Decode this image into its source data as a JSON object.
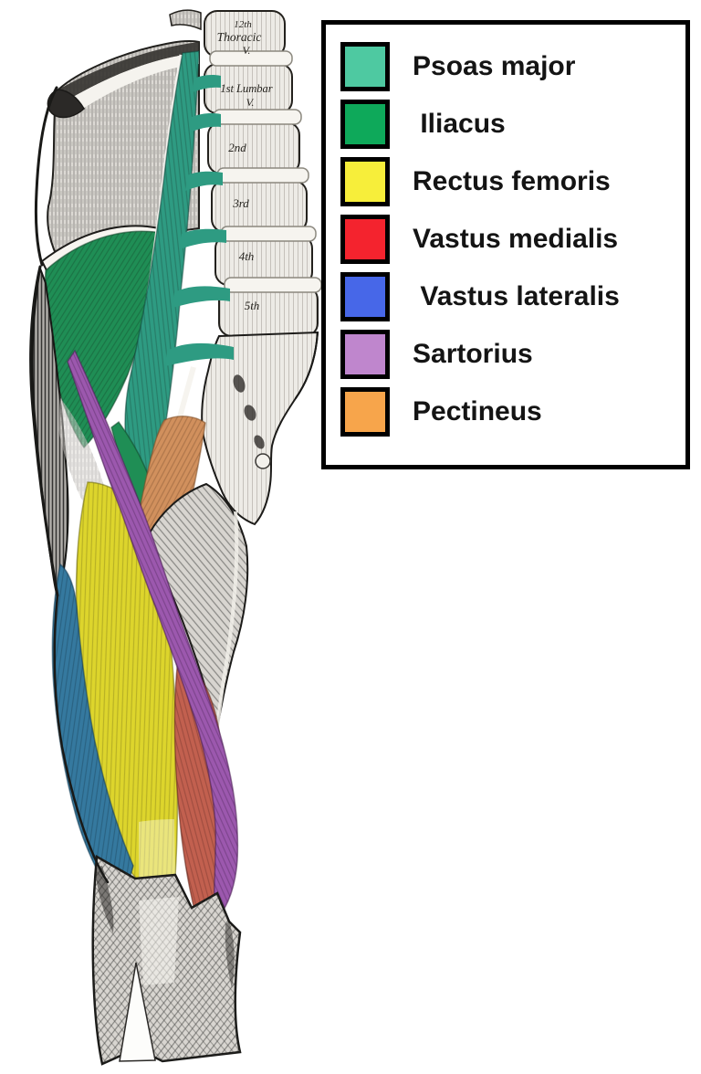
{
  "legend": {
    "items": [
      {
        "label": "Psoas major",
        "color": "#4ec9a1"
      },
      {
        "label": " Iliacus",
        "color": "#0ea95a"
      },
      {
        "label": "Rectus femoris",
        "color": "#f7ee3a"
      },
      {
        "label": "Vastus medialis",
        "color": "#f4232e"
      },
      {
        "label": " Vastus lateralis",
        "color": "#4767e8"
      },
      {
        "label": "Sartorius",
        "color": "#bf86cd"
      },
      {
        "label": "Pectineus",
        "color": "#f7a54b"
      }
    ]
  },
  "figure": {
    "muscle_fill": {
      "psoas_major": "#2e9b82",
      "iliacus": "#1f8e55",
      "rectus_femoris": "#ddd52c",
      "vastus_medialis": "#c2604f",
      "vastus_lateralis": "#35799f",
      "sartorius": "#9c58ae",
      "pectineus": "#d1905d"
    },
    "vertebrae": [
      {
        "line1": "12th",
        "line2": "Thoracic",
        "line3": "V."
      },
      {
        "line1": "1st Lumbar",
        "line2": "V."
      },
      {
        "line1": "2nd"
      },
      {
        "line1": "3rd"
      },
      {
        "line1": "4th"
      },
      {
        "line1": "5th"
      }
    ]
  }
}
